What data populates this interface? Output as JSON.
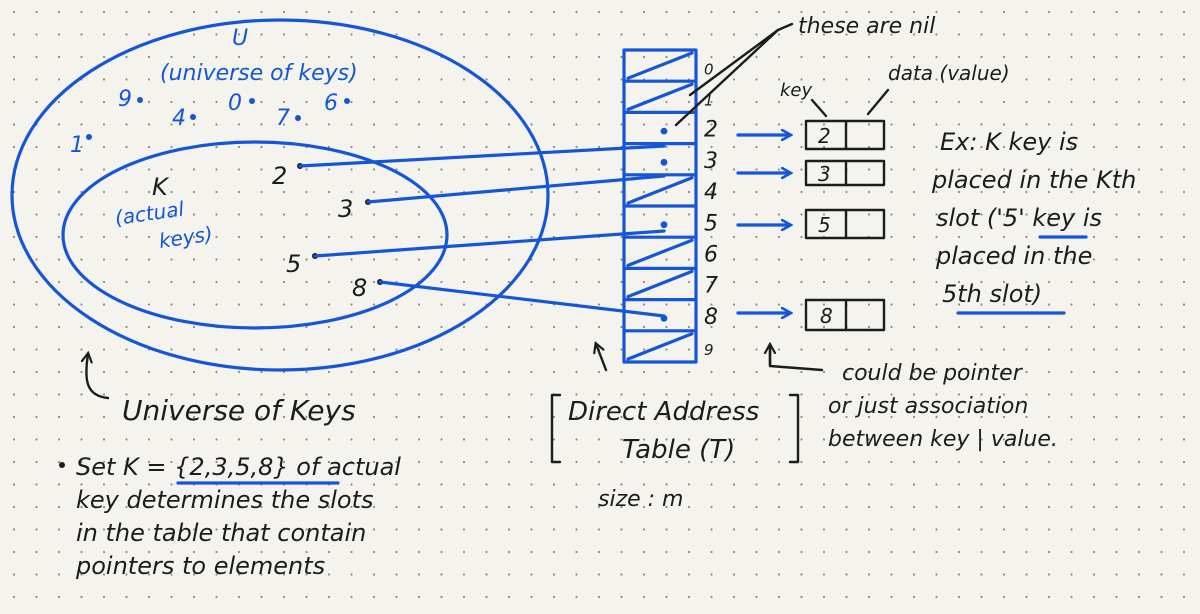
{
  "universe": {
    "symbol": "U",
    "label": "(universe of keys)",
    "unused_keys": [
      "1",
      "9",
      "4",
      "0",
      "7",
      "6"
    ]
  },
  "actual_set": {
    "symbol": "K",
    "label_line1": "(actual",
    "label_line2": "keys)",
    "keys": [
      "2",
      "3",
      "5",
      "8"
    ]
  },
  "table": {
    "slot_indices": [
      "0",
      "1",
      "2",
      "3",
      "4",
      "5",
      "6",
      "7",
      "8",
      "9"
    ],
    "occupied_slots": [
      "2",
      "3",
      "5",
      "8"
    ],
    "nil_note": "these are nil",
    "caption_line1": "Direct Address",
    "caption_line2": "Table (T)",
    "size": "size : m"
  },
  "records": {
    "key_header": "key",
    "data_header": "data (value)",
    "values": [
      "2",
      "3",
      "5",
      "8"
    ]
  },
  "pointer_note": {
    "line1": "could be pointer",
    "line2": "or just association",
    "line3": "between key | value."
  },
  "example_note": {
    "line1": "Ex: K key is",
    "line2": "placed in the Kth",
    "line3": "slot ('5' key is",
    "line4": "placed in the",
    "line5": "5th slot)"
  },
  "universe_caption": "Universe of Keys",
  "set_note": {
    "line1_prefix": "Set K = ",
    "line1_set": "{2,3,5,8}",
    "line1_suffix": " of actual",
    "line2": "key determines the slots",
    "line3": "in the table that contain",
    "line4": "pointers to elements"
  },
  "colors": {
    "blue_ink": "#1556d6",
    "black_ink": "#1c1c1c",
    "paper": "#f4f3ee"
  }
}
